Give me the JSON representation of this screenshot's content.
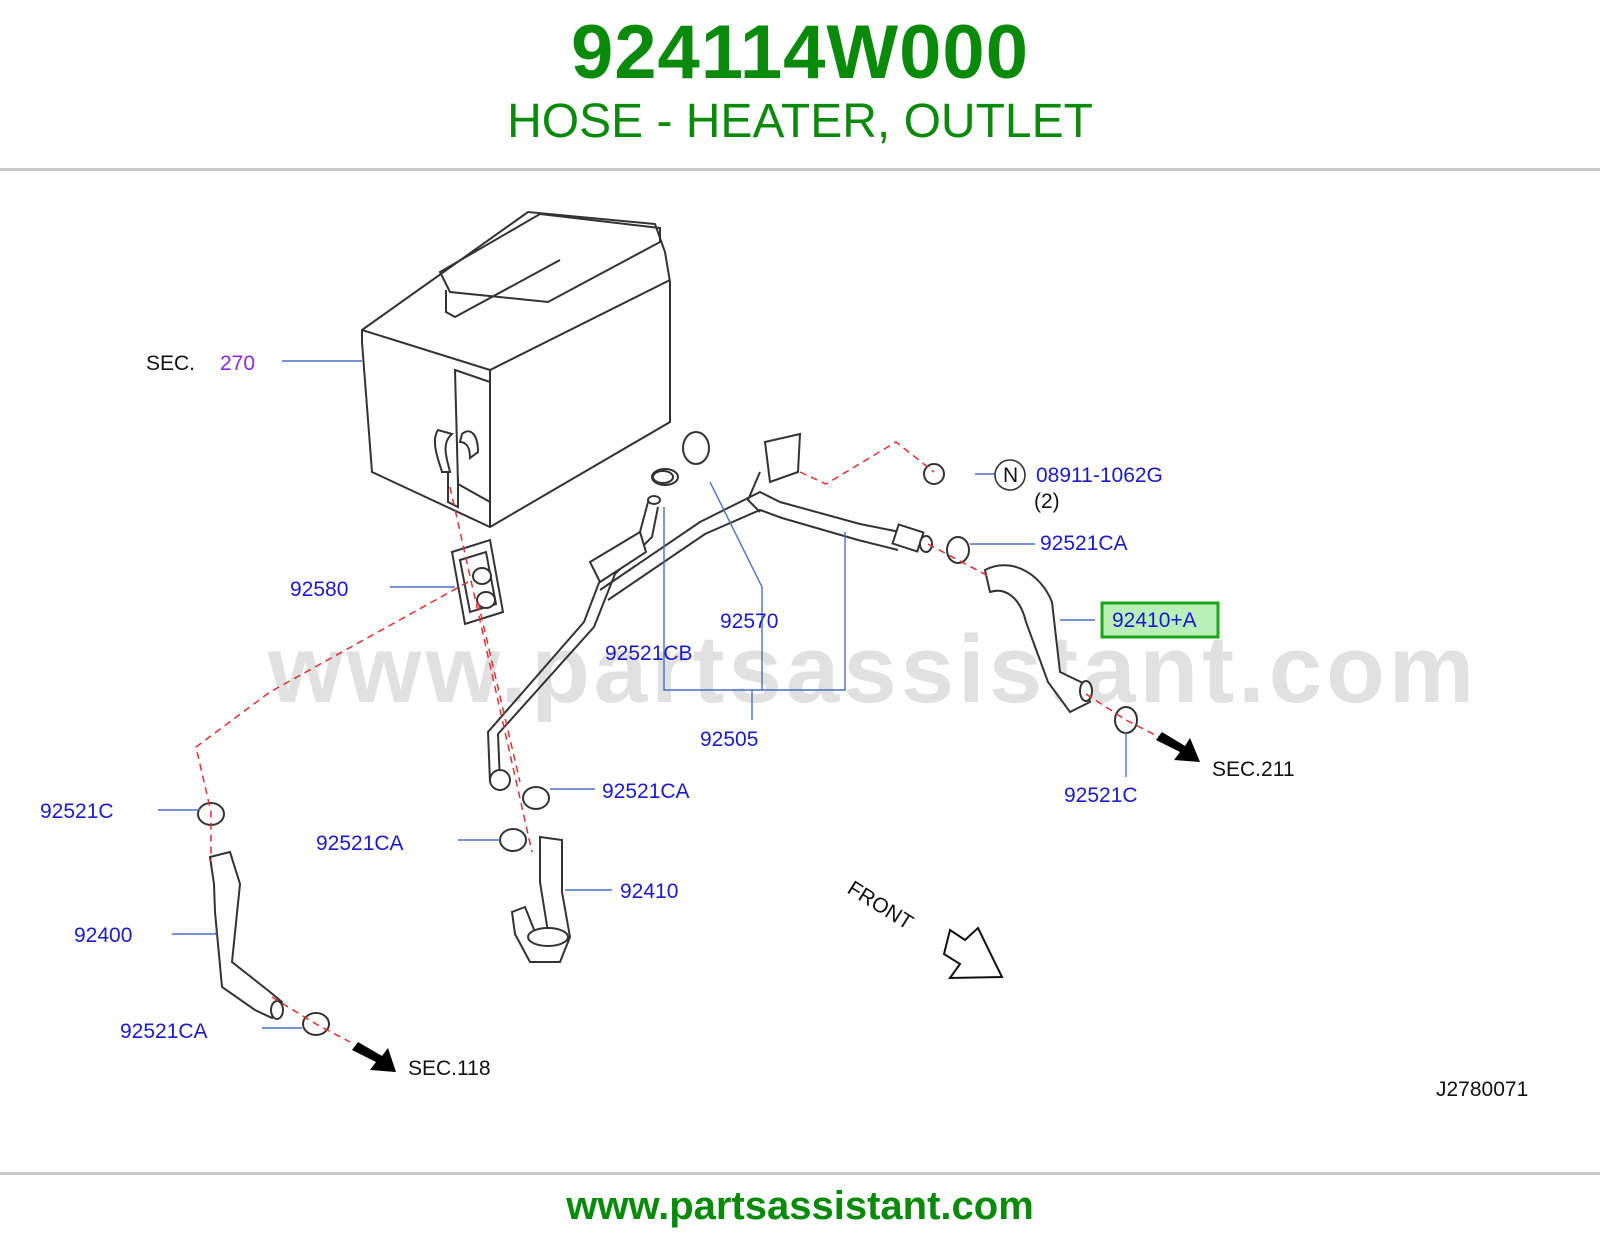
{
  "header": {
    "part_number": "924114W000",
    "part_name": "HOSE - HEATER, OUTLET"
  },
  "diagram": {
    "watermark": "www.partsassistant.com",
    "sec_label": "SEC.",
    "sec_number": "270",
    "labels": {
      "n_symbol": "N",
      "bolt": "08911-1062G",
      "bolt_qty": "(2)",
      "clamp_ca_top": "92521CA",
      "highlighted": "92410+A",
      "grommet": "92580",
      "clip_bracket": "92570",
      "clamp_cb": "92521CB",
      "pipe": "92505",
      "clamp_c_right": "92521C",
      "sec_211": "SEC.211",
      "clamp_c_left": "92521C",
      "clamp_ca_mid": "92521CA",
      "clamp_ca_left": "92521CA",
      "hose_inlet": "92410",
      "hose_400": "92400",
      "clamp_ca_bottom": "92521CA",
      "sec_118": "SEC.118",
      "front": "FRONT",
      "drawing_id": "J2780071"
    },
    "colors": {
      "label_blue": "#1a1acc",
      "highlight_green": "#1aa81a",
      "highlight_fill": "#b8f0b8",
      "dash_red": "#e03030"
    }
  },
  "footer": {
    "url": "www.partsassistant.com"
  }
}
